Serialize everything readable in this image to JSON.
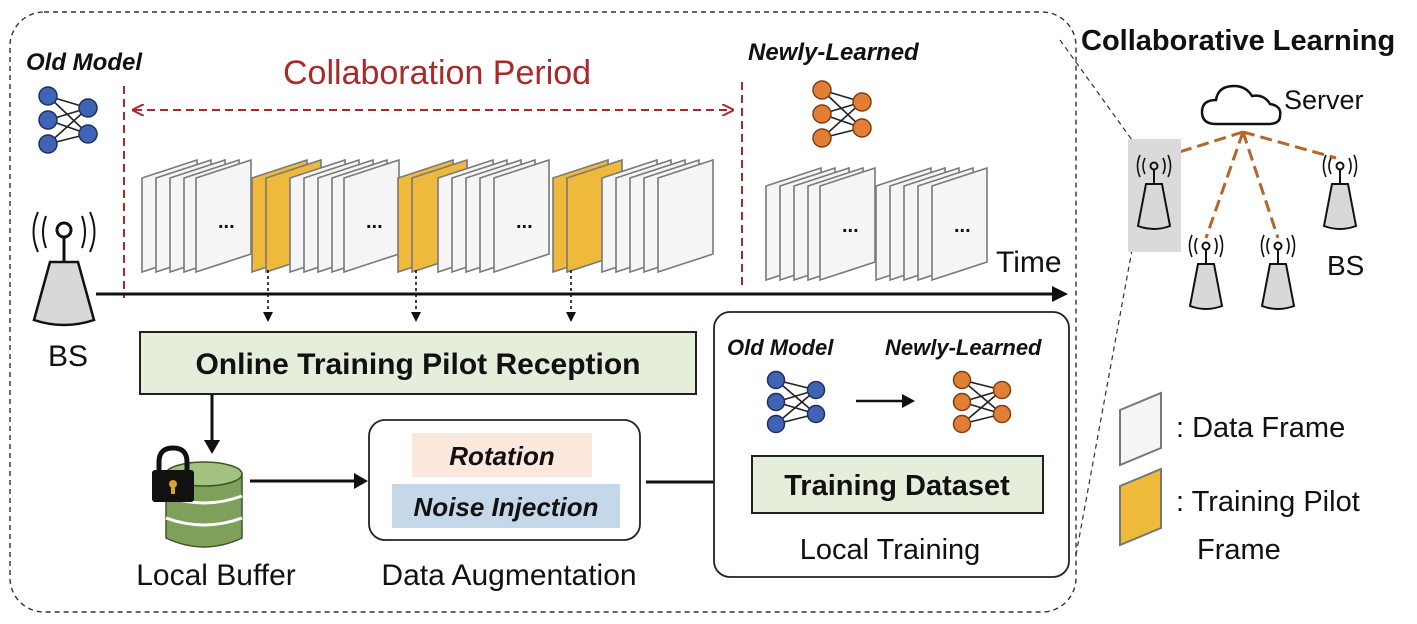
{
  "labels": {
    "old_model": "Old Model",
    "collaboration_period": "Collaboration Period",
    "newly_learned": "Newly-Learned",
    "time": "Time",
    "bs": "BS",
    "online_training_pilot_reception": "Online Training Pilot Reception",
    "local_buffer": "Local Buffer",
    "rotation": "Rotation",
    "noise_injection": "Noise Injection",
    "data_augmentation": "Data Augmentation",
    "local_old_model": "Old Model",
    "local_newly_learned": "Newly-Learned",
    "training_dataset": "Training Dataset",
    "local_training": "Local Training",
    "frame_ellipsis": "..."
  },
  "collaborative": {
    "title": "Collaborative Learning",
    "server": "Server",
    "bs": "BS"
  },
  "legend": {
    "data_frame": ": Data Frame",
    "training_pilot_line1": ": Training Pilot",
    "training_pilot_line2": "Frame"
  },
  "colors": {
    "accent_red": "#a82a2a",
    "pilot_frame": "#efba3c",
    "data_frame": "#f5f5f5",
    "old_model_node": "#3f64b6",
    "new_model_node": "#e27e36",
    "green_box": "#e4eedb",
    "rotation_bg": "#fbe8dc",
    "noise_bg": "#c5d8e9",
    "db_green": "#7ea05a",
    "link_dashed": "#b5652a"
  }
}
